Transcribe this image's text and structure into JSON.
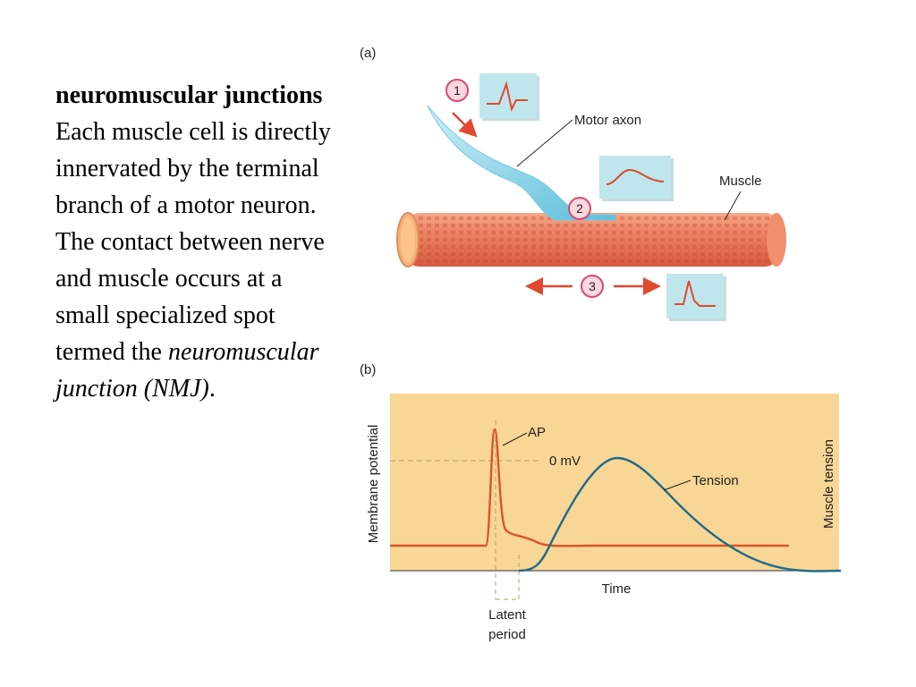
{
  "text_block": {
    "term": "neuromuscular junctions",
    "body": " Each muscle cell is directly innervated by the terminal branch of a motor neuron. The contact between nerve and muscle occurs at a small specialized spot termed the ",
    "italic_term": "neuromuscular junction (NMJ)",
    "end": "."
  },
  "panel_a": {
    "label": "(a)",
    "motor_axon": "Motor axon",
    "muscle": "Muscle",
    "steps": [
      "1",
      "2",
      "3"
    ]
  },
  "panel_b": {
    "label": "(b)",
    "y_left": "Membrane potential",
    "y_right": "Muscle tension",
    "x": "Time",
    "ap": "AP",
    "zero": "0 mV",
    "tension": "Tension",
    "latent_1": "Latent",
    "latent_2": "period"
  },
  "colors": {
    "muscle": "#e8775a",
    "axon": "#8fd1e6",
    "inset": "#bfe6ec",
    "trace_red": "#e0492f",
    "chart_bg": "#f8d696",
    "ap_line": "#d9552a",
    "tension_line": "#1f6a8a",
    "marker_ring": "#d94a6a",
    "marker_fill": "#fbd7df"
  }
}
